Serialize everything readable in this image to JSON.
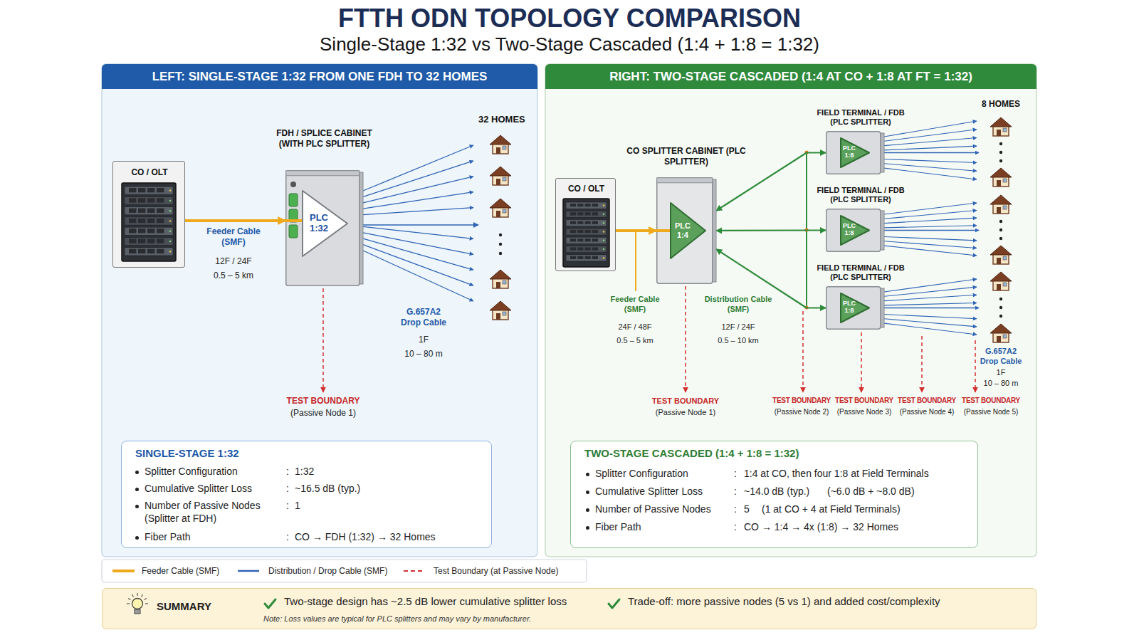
{
  "diagram": {
    "title": "FTTH ODN TOPOLOGY COMPARISON",
    "caption": "Single-Stage 1:32 vs Two-Stage Cascaded (1:4 + 1:8 = 1:32)",
    "nodes": [
      {
        "text": [
          "LEFT: SINGLE-STAGE 1:32 FROM ONE FDH TO 32 HOMES"
        ]
      },
      {
        "text": [
          "CO / OLT"
        ],
        "in": 0
      },
      {
        "text": [
          "FDH / SPLICE CABINET (WITH PLC SPLITTER)"
        ],
        "in": 0
      },
      {
        "text": [
          "PLC 1:32"
        ],
        "in": 2
      },
      {
        "text": [
          "32 HOMES"
        ],
        "in": 0
      },
      {
        "text": [
          "SINGLE-STAGE 1:32",
          "Splitter Configuration",
          ":",
          "1:32",
          "Cumulative Splitter Loss",
          ":",
          "~16.5 dB (typ.)",
          "Number of Passive Nodes (Splitter at FDH)",
          ":",
          "1",
          "Fiber Path",
          ":",
          "CO → FDH (1:32) → 32 Homes"
        ],
        "in": 0
      },
      {
        "text": [
          "RIGHT: TWO-STAGE CASCADED (1:4 AT CO + 1:8 AT FT = 1:32)"
        ]
      },
      {
        "text": [
          "CO / OLT"
        ],
        "in": 6
      },
      {
        "text": [
          "CO SPLITTER CABINET (PLC SPLITTER)"
        ],
        "in": 6
      },
      {
        "text": [
          "PLC 1:4"
        ],
        "in": 8
      },
      {
        "text": [
          "FIELD TERMINAL / FDB (PLC SPLITTER)"
        ],
        "in": 6
      },
      {
        "text": [
          "PLC 1:8"
        ],
        "in": 10
      },
      {
        "text": [
          "FIELD TERMINAL / FDB (PLC SPLITTER)"
        ],
        "in": 6
      },
      {
        "text": [
          "PLC 1:8"
        ],
        "in": 12
      },
      {
        "text": [
          "FIELD TERMINAL / FDB (PLC SPLITTER)"
        ],
        "in": 6
      },
      {
        "text": [
          "PLC 1:8"
        ],
        "in": 14
      },
      {
        "text": [
          "8 HOMES"
        ],
        "in": 6
      },
      {
        "text": [
          "TWO-STAGE CASCADED (1:4 + 1:8 = 1:32)",
          "Splitter Configuration",
          ":",
          "1:4 at CO, then four 1:8 at Field Terminals",
          "Cumulative Splitter Loss",
          ":",
          "~14.0 dB (typ.)",
          "(~6.0 dB + ~8.0 dB)",
          "Number of Passive Nodes",
          ":",
          "5",
          "(1 at CO + 4 at Field Terminals)",
          "Fiber Path",
          ":",
          "CO → 1:4 → 4x (1:8) → 32 Homes"
        ],
        "in": 6
      },
      {
        "text": [
          "SUMMARY",
          "Two-stage design has ~2.5 dB lower cumulative splitter loss",
          "Trade-off: more passive nodes (5 vs 1) and added cost/complexity",
          "Note: Loss values are typical for PLC splitters and may vary by manufacturer."
        ]
      }
    ],
    "edges": [
      {
        "from": 1,
        "to": 2,
        "arrow": "to"
      },
      {
        "from": 2,
        "to": 4,
        "arrow": "to"
      },
      {
        "from": 7,
        "to": 8,
        "arrow": "to"
      },
      {
        "from": 8,
        "to": 10,
        "arrow": "both"
      },
      {
        "from": 8,
        "to": 12,
        "arrow": "both"
      },
      {
        "from": 8,
        "to": 14,
        "arrow": "both"
      },
      {
        "from": 10,
        "to": 16,
        "arrow": "to"
      },
      {
        "from": 12,
        "to": 16,
        "arrow": "to"
      },
      {
        "from": 14,
        "to": 16,
        "arrow": "to"
      }
    ],
    "labels": [
      "Feeder Cable (SMF)",
      "12F / 24F",
      "0.5 – 5 km",
      "G.657A2 Drop Cable",
      "1F",
      "10 – 80 m",
      "TEST BOUNDARY",
      "(Passive Node 1)",
      "Feeder Cable (SMF)",
      "24F / 48F",
      "0.5 – 5 km",
      "Distribution Cable (SMF)",
      "12F / 24F",
      "0.5 – 10 km",
      "TEST BOUNDARY",
      "(Passive Node 1)",
      "TEST BOUNDARY",
      "(Passive Node 2)",
      "TEST BOUNDARY",
      "(Passive Node 3)",
      "TEST BOUNDARY",
      "(Passive Node 4)",
      "TEST BOUNDARY",
      "(Passive Node 5)",
      "G.657A2 Drop Cable",
      "1F",
      "10 – 80 m"
    ],
    "legend": [
      {
        "text": "Feeder Cable (SMF)"
      },
      {
        "text": "Distribution / Drop Cable (SMF)"
      },
      {
        "text": "Test Boundary (at Passive Node)"
      }
    ]
  }
}
